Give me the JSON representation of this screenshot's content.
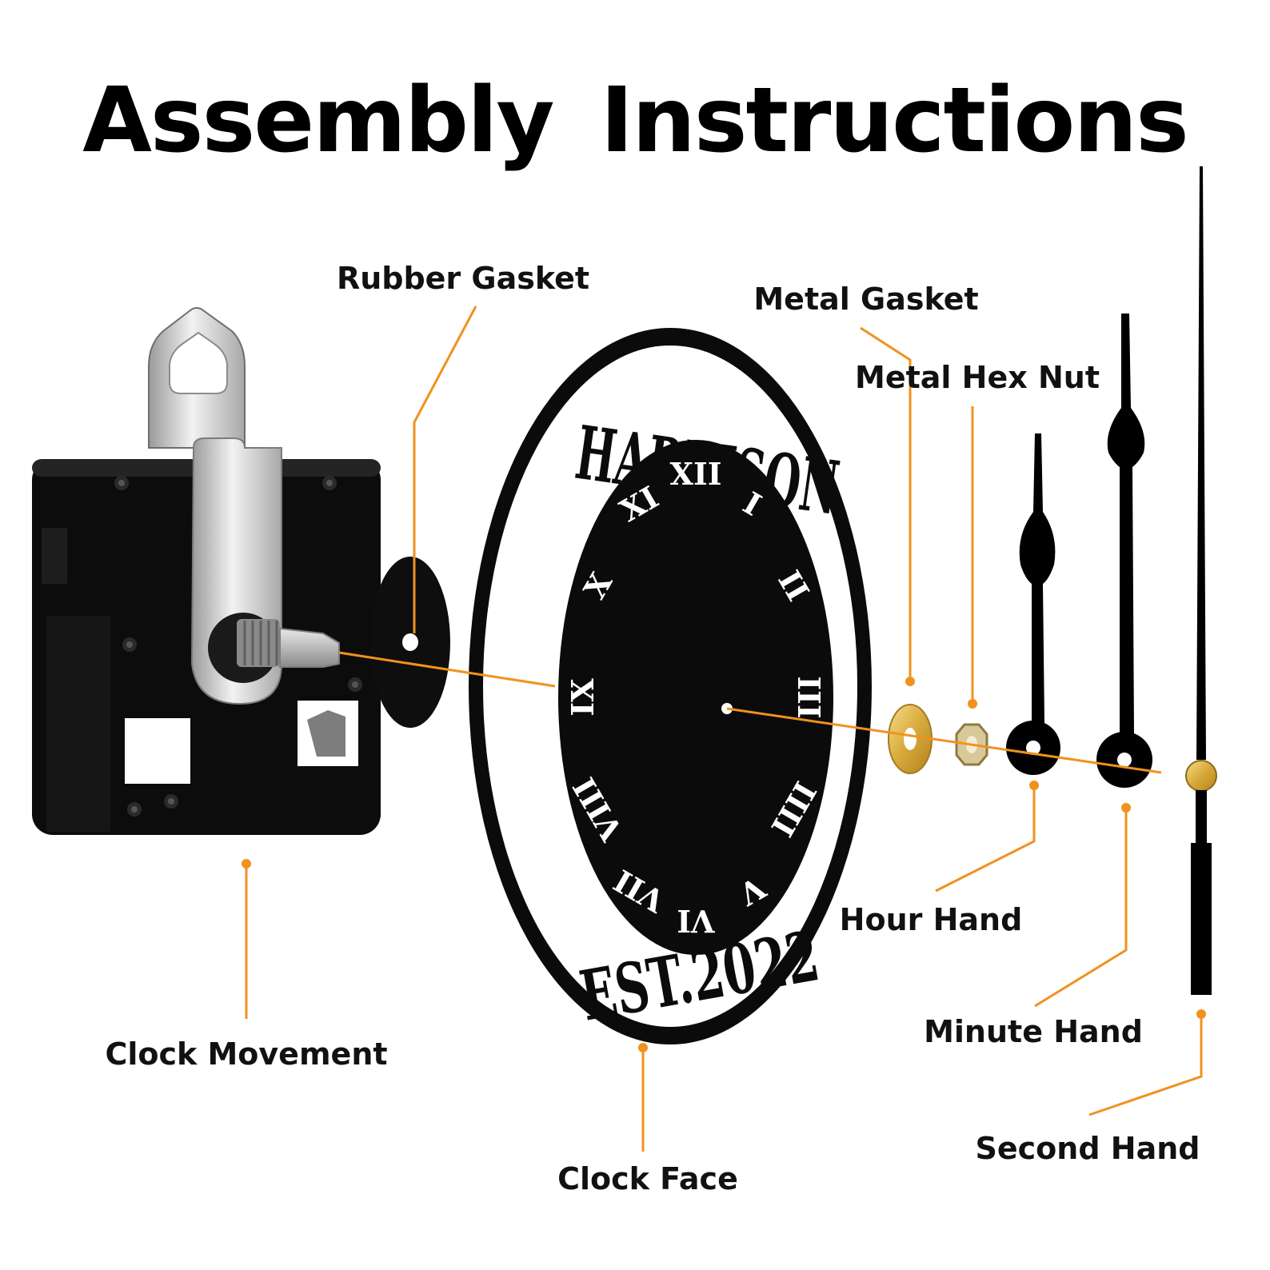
{
  "title": "Assembly  Instructions",
  "accent_color": "#F0921E",
  "labels": {
    "rubber_gasket": "Rubber Gasket",
    "metal_gasket": "Metal Gasket",
    "metal_hex_nut": "Metal Hex Nut",
    "hour_hand": "Hour Hand",
    "minute_hand": "Minute Hand",
    "second_hand": "Second Hand",
    "clock_movement": "Clock Movement",
    "clock_face": "Clock Face"
  },
  "clock_face": {
    "name": "HARRISON",
    "established": "EST.2022",
    "numerals": [
      "XII",
      "I",
      "II",
      "III",
      "IIII",
      "V",
      "VI",
      "VII",
      "VIII",
      "IX",
      "X",
      "XI"
    ]
  }
}
